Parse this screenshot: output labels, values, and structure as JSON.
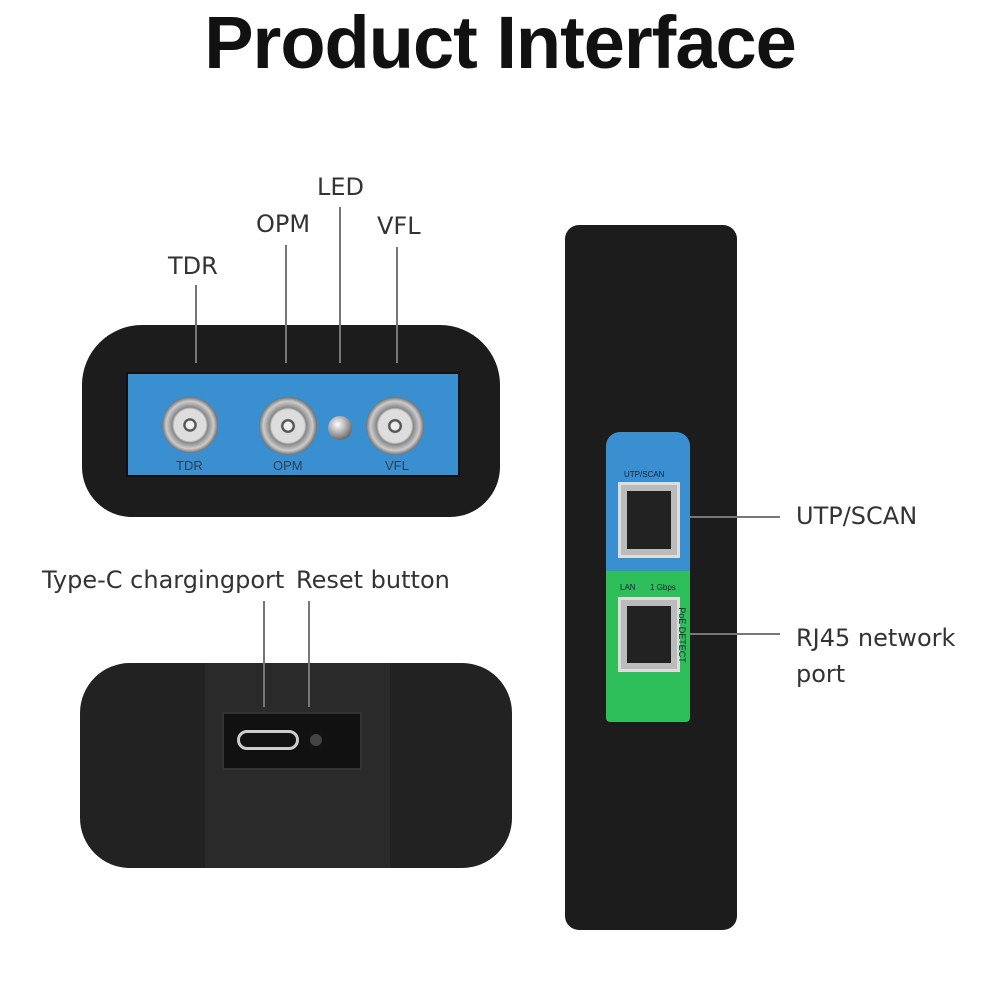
{
  "title": "Product Interface",
  "callouts": {
    "tdr": "TDR",
    "opm": "OPM",
    "led": "LED",
    "vfl": "VFL",
    "type_c": "Type-C chargingport",
    "reset": "Reset button",
    "utp_scan": "UTP/SCAN",
    "rj45_line1": "RJ45 network",
    "rj45_line2": "port"
  },
  "panel_labels": {
    "tdr": "TDR",
    "opm": "OPM",
    "vfl": "VFL",
    "utp_scan": "UTP/SCAN",
    "lan": "LAN",
    "speed": "1 Gbps",
    "poe": "PoE DETECT"
  },
  "colors": {
    "panel_blue": "#3a8fd0",
    "panel_green": "#2fbf5a",
    "device": "#1c1c1c"
  }
}
